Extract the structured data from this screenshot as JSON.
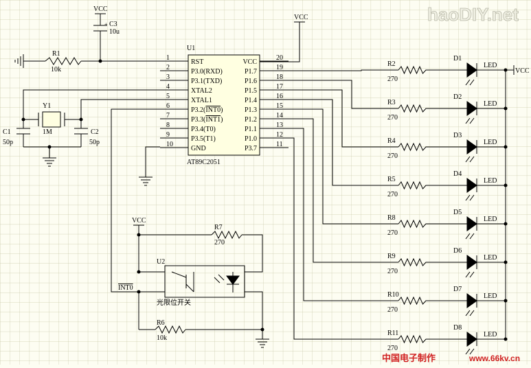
{
  "grid_color": "#c9c9a8",
  "wire_color": "#000000",
  "body_color": "#ffffe1",
  "watermark_top": "haoDIY.net",
  "watermark_bottom_cn": "中国电子制作",
  "watermark_bottom_url": "www.66kv.cn",
  "chip": {
    "ref": "U1",
    "part": "AT89C2051",
    "left_pins": [
      {
        "num": "1",
        "name": "RST"
      },
      {
        "num": "2",
        "name": "P3.0(RXD)"
      },
      {
        "num": "3",
        "name": "P3.1(TXD)"
      },
      {
        "num": "4",
        "name": "XTAL2"
      },
      {
        "num": "5",
        "name": "XTAL1"
      },
      {
        "num": "6",
        "name": "P3.2(INT0)"
      },
      {
        "num": "7",
        "name": "P3.3(INT1)"
      },
      {
        "num": "8",
        "name": "P3.4(T0)"
      },
      {
        "num": "9",
        "name": "P3.5(T1)"
      },
      {
        "num": "10",
        "name": "GND"
      }
    ],
    "right_pins": [
      {
        "num": "20",
        "name": "VCC"
      },
      {
        "num": "19",
        "name": "P1.7"
      },
      {
        "num": "18",
        "name": "P1.6"
      },
      {
        "num": "17",
        "name": "P1.5"
      },
      {
        "num": "16",
        "name": "P1.4"
      },
      {
        "num": "15",
        "name": "P1.3"
      },
      {
        "num": "14",
        "name": "P1.2"
      },
      {
        "num": "13",
        "name": "P1.1"
      },
      {
        "num": "12",
        "name": "P1.0"
      },
      {
        "num": "11",
        "name": "P3.7"
      }
    ]
  },
  "labels": {
    "vcc": "VCC",
    "c3_ref": "C3",
    "c3_val": "10u",
    "r1_ref": "R1",
    "r1_val": "10k",
    "y1_ref": "Y1",
    "y1_val": "1M",
    "c1_ref": "C1",
    "c1_val": "50p",
    "c2_ref": "C2",
    "c2_val": "50p",
    "r7_ref": "R7",
    "r7_val": "270",
    "u2_ref": "U2",
    "u2_name": "光限位开关",
    "int0": "INT0",
    "r6_ref": "R6",
    "r6_val": "10k",
    "led_text": "LED"
  },
  "led_rows": [
    {
      "res": "R2",
      "val": "270",
      "diode": "D1"
    },
    {
      "res": "R3",
      "val": "270",
      "diode": "D2"
    },
    {
      "res": "R4",
      "val": "270",
      "diode": "D3"
    },
    {
      "res": "R5",
      "val": "270",
      "diode": "D4"
    },
    {
      "res": "R8",
      "val": "270",
      "diode": "D5"
    },
    {
      "res": "R9",
      "val": "270",
      "diode": "D6"
    },
    {
      "res": "R10",
      "val": "270",
      "diode": "D7"
    },
    {
      "res": "R11",
      "val": "270",
      "diode": "D8"
    }
  ]
}
